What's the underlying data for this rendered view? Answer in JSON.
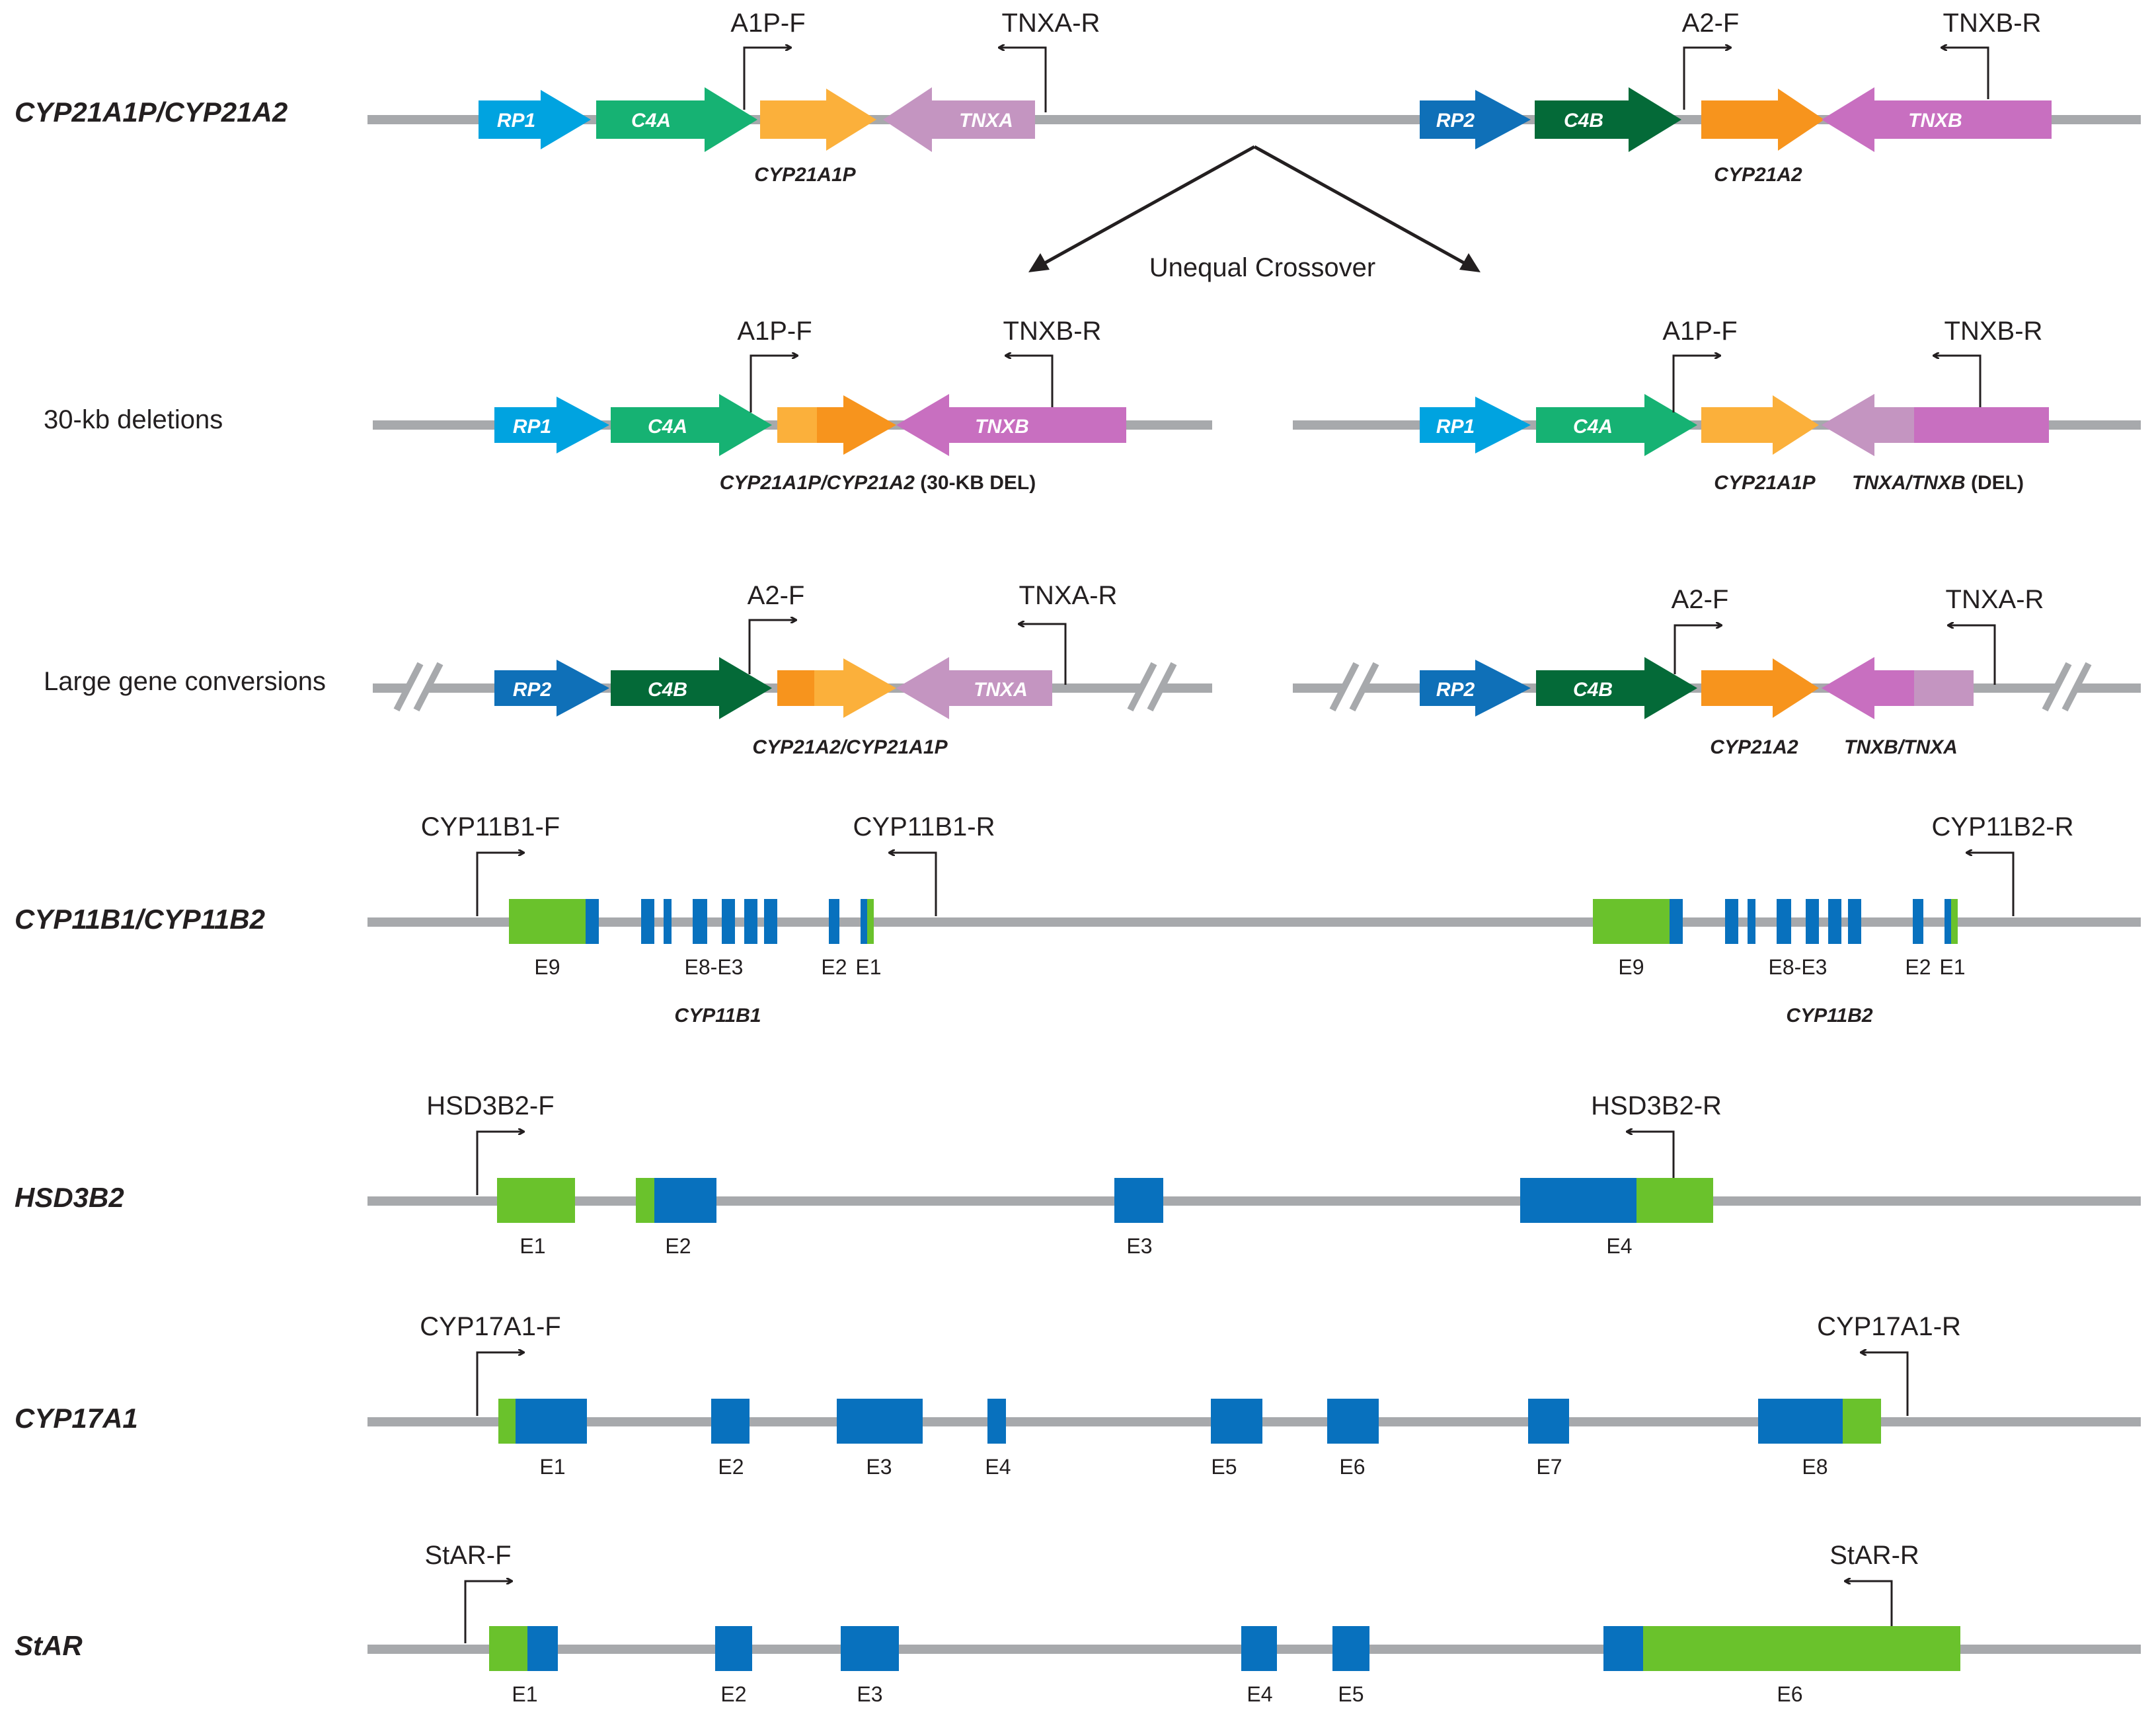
{
  "colors": {
    "line": "#a7a9ac",
    "ink": "#231f20",
    "RP1": "#00a3e0",
    "RP2": "#0f70b8",
    "C4A": "#16b273",
    "C4B": "#046a38",
    "CYP21A1P": "#fbb03b",
    "CYP21A2": "#f7941d",
    "TNXA": "#c495c1",
    "TNXB": "#c86fc0",
    "exon_coding": "#0871be",
    "exon_utr": "#6ac22c"
  },
  "rows": {
    "cyp21": {
      "label": "CYP21A1P/CYP21A2",
      "genes": [
        "RP1",
        "C4A",
        "TNXA",
        "RP2",
        "C4B",
        "TNXB"
      ],
      "sublabels": [
        "CYP21A1P",
        "CYP21A2"
      ],
      "primers": [
        "A1P-F",
        "TNXA-R",
        "A2-F",
        "TNXB-R"
      ],
      "crossover": "Unequal Crossover"
    },
    "del30": {
      "label": "30-kb deletions",
      "left": {
        "genes": [
          "RP1",
          "C4A",
          "TNXB"
        ],
        "primers": [
          "A1P-F",
          "TNXB-R"
        ],
        "sub_italic": "CYP21A1P/CYP21A2",
        "sub_normal": " (30-KB DEL)"
      },
      "right": {
        "genes": [
          "RP1",
          "C4A"
        ],
        "primers": [
          "A1P-F",
          "TNXB-R"
        ],
        "sub1": "CYP21A1P",
        "sub2_italic": "TNXA/TNXB",
        "sub2_normal": " (DEL)"
      }
    },
    "conv": {
      "label": "Large gene conversions",
      "left": {
        "genes": [
          "RP2",
          "C4B",
          "TNXA"
        ],
        "primers": [
          "A2-F",
          "TNXA-R"
        ],
        "sub": "CYP21A2/CYP21A1P"
      },
      "right": {
        "genes": [
          "RP2",
          "C4B"
        ],
        "primers": [
          "A2-F",
          "TNXA-R"
        ],
        "sub1": "CYP21A2",
        "sub2": "TNXB/TNXA"
      }
    },
    "cyp11": {
      "label": "CYP11B1/CYP11B2",
      "primers": [
        "CYP11B1-F",
        "CYP11B1-R",
        "CYP11B2-R"
      ],
      "exons": [
        "E9",
        "E8-E3",
        "E2",
        "E1"
      ],
      "genes": [
        "CYP11B1",
        "CYP11B2"
      ]
    },
    "hsd": {
      "label": "HSD3B2",
      "primers": [
        "HSD3B2-F",
        "HSD3B2-R"
      ],
      "exons": [
        "E1",
        "E2",
        "E3",
        "E4"
      ]
    },
    "cyp17": {
      "label": "CYP17A1",
      "primers": [
        "CYP17A1-F",
        "CYP17A1-R"
      ],
      "exons": [
        "E1",
        "E2",
        "E3",
        "E4",
        "E5",
        "E6",
        "E7",
        "E8"
      ]
    },
    "star": {
      "label": "StAR",
      "primers": [
        "StAR-F",
        "StAR-R"
      ],
      "exons": [
        "E1",
        "E2",
        "E3",
        "E4",
        "E5",
        "E6"
      ]
    }
  }
}
